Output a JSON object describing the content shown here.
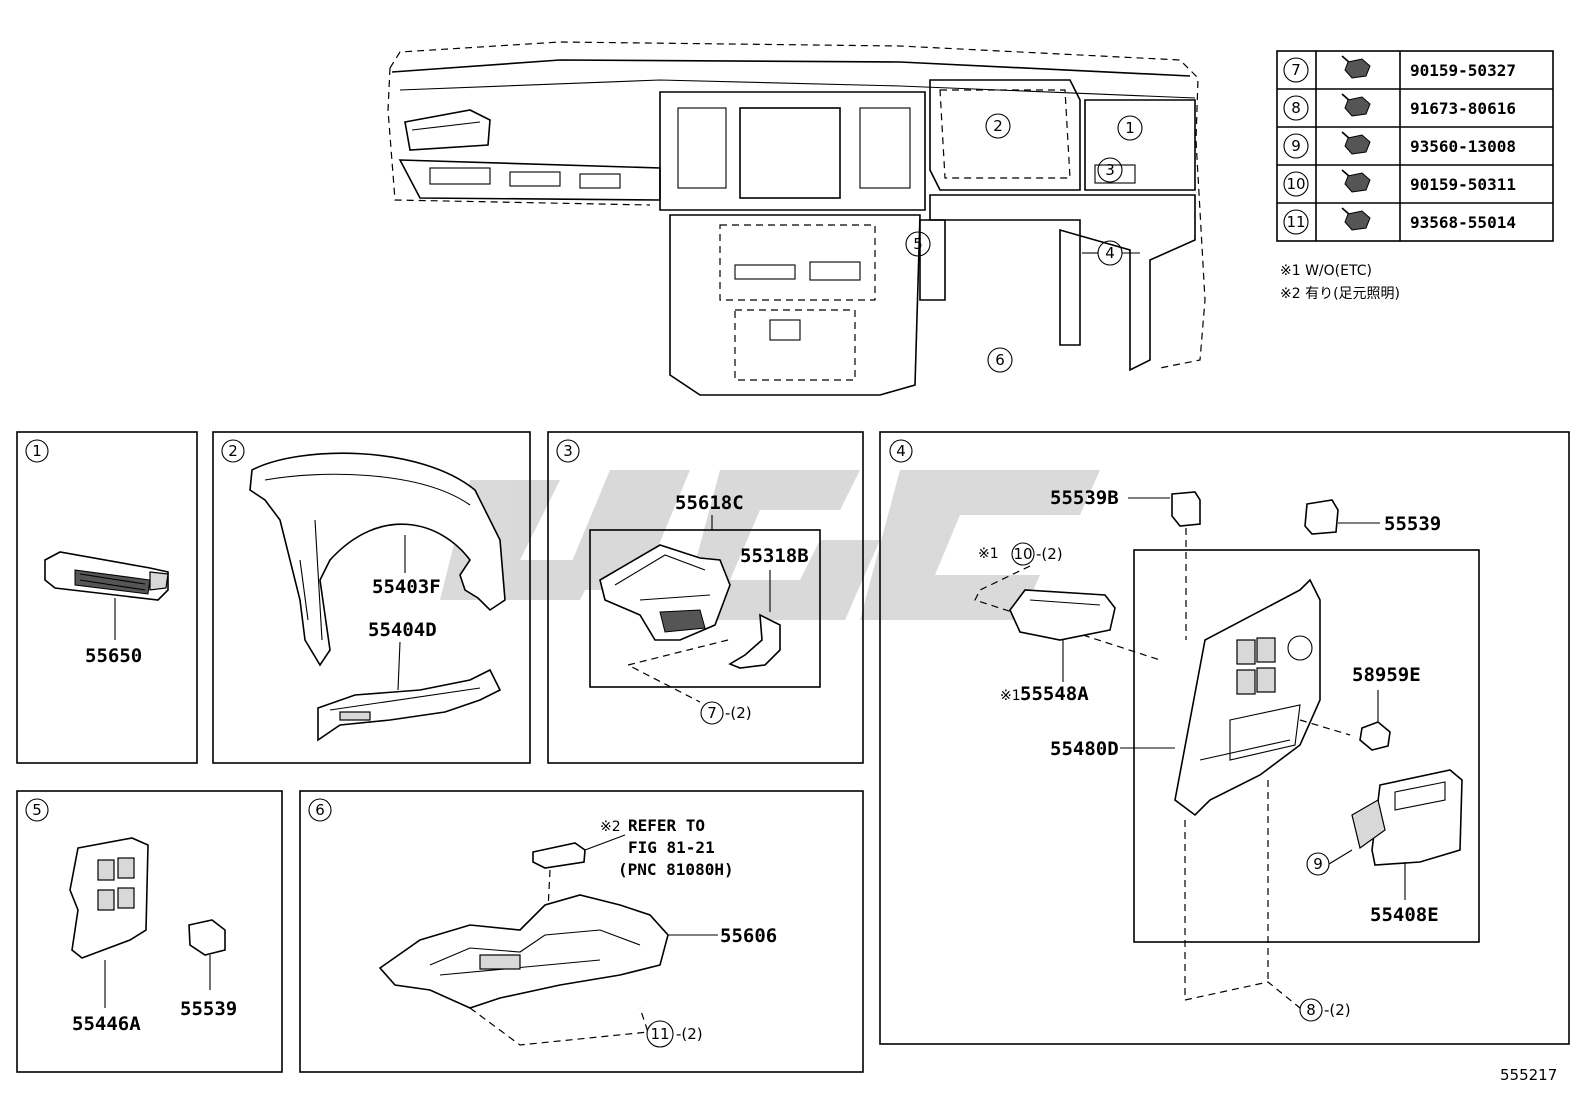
{
  "diagram": {
    "figure_code": "555217",
    "notes": [
      "※1 W/O(ETC)",
      "※2 有り(足元照明)"
    ],
    "fastener_table": [
      {
        "ref": "7",
        "part_no": "90159-50327"
      },
      {
        "ref": "8",
        "part_no": "91673-80616"
      },
      {
        "ref": "9",
        "part_no": "93560-13008"
      },
      {
        "ref": "10",
        "part_no": "90159-50311"
      },
      {
        "ref": "11",
        "part_no": "93568-55014"
      }
    ],
    "overview_callouts": [
      "1",
      "2",
      "3",
      "4",
      "5",
      "6"
    ],
    "panels": {
      "p1": {
        "ref": "1",
        "parts": [
          "55650"
        ]
      },
      "p2": {
        "ref": "2",
        "parts": [
          "55403F",
          "55404D"
        ]
      },
      "p3": {
        "ref": "3",
        "parts": [
          "55618C",
          "55318B"
        ],
        "fastener": "7",
        "fastener_qty": "-(2)"
      },
      "p4": {
        "ref": "4",
        "parts": [
          "55539B",
          "55539",
          "58959E",
          "55480D",
          "55408E"
        ],
        "etc_part": "55548A",
        "etc_mark": "※1",
        "etc_fastener": "10",
        "etc_fastener_qty": "-(2)",
        "fastener9": "9",
        "fastener8": "8",
        "fastener8_qty": "-(2)"
      },
      "p5": {
        "ref": "5",
        "parts": [
          "55446A",
          "55539"
        ]
      },
      "p6": {
        "ref": "6",
        "parts": [
          "55606"
        ],
        "refer_mark": "※2",
        "refer_lines": [
          "REFER TO",
          "FIG 81-21",
          "(PNC 81080H)"
        ],
        "fastener": "11",
        "fastener_qty": "-(2)"
      }
    }
  }
}
